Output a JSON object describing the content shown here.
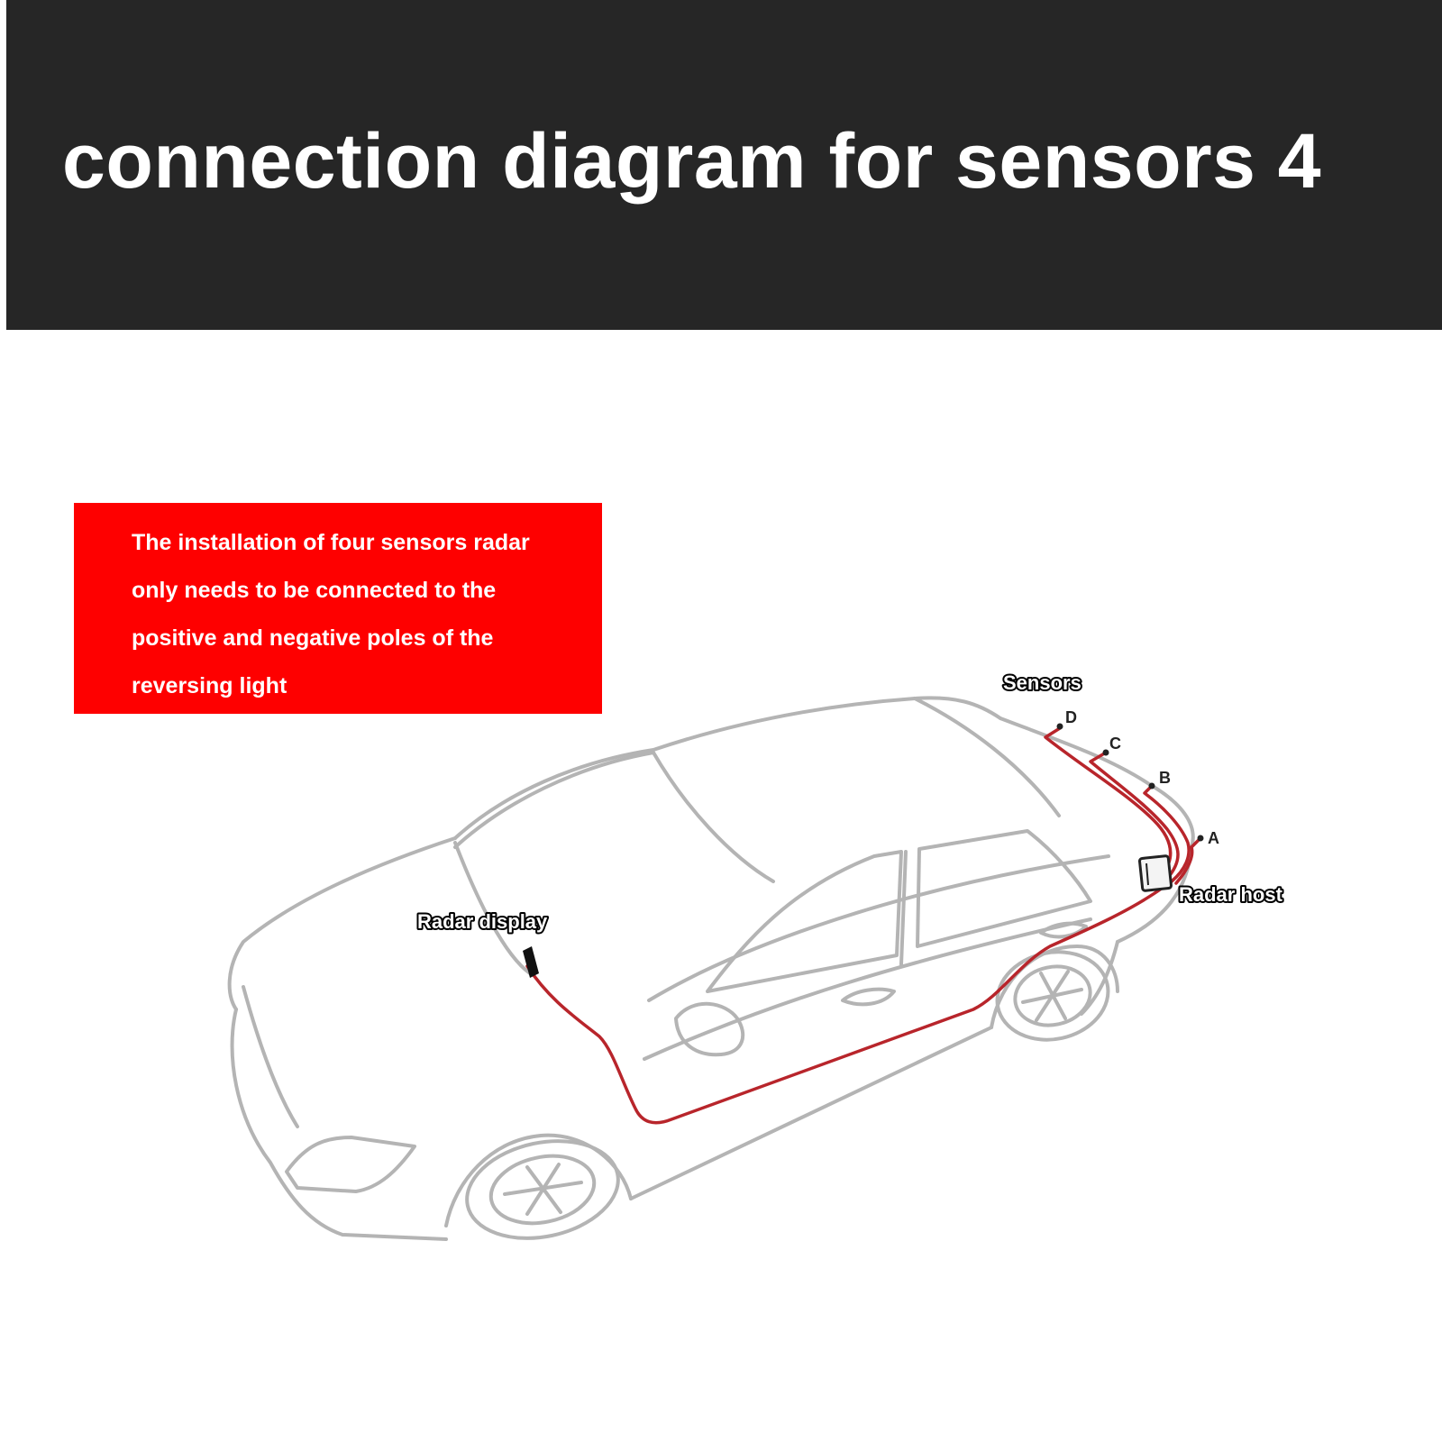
{
  "header": {
    "title": "connection diagram for sensors 4",
    "background": "#262626",
    "text_color": "#ffffff"
  },
  "note": {
    "text": "The installation of four sensors radar only needs to be connected to the positive and negative poles of the reversing light",
    "background": "#fe0000"
  },
  "diagram": {
    "labels": {
      "sensors": "Sensors",
      "radar_host": "Radar host",
      "radar_display": "Radar display"
    },
    "sensor_points": [
      "D",
      "C",
      "B",
      "A"
    ],
    "wire_color": "#b8252b",
    "car_outline_color": "#b4b4b4"
  }
}
